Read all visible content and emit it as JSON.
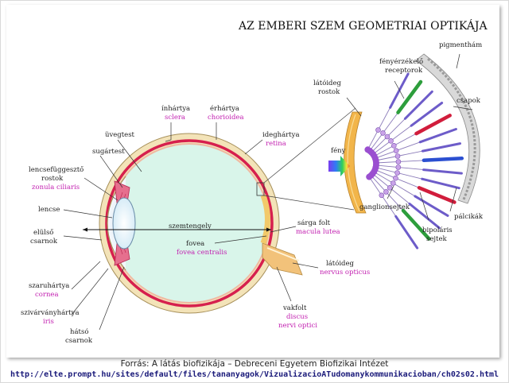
{
  "title": "AZ EMBERI SZEM GEOMETRIAI OPTIKÁJA",
  "labels": {
    "inhartya": "ínhártya",
    "sclera": "sclera",
    "erhartya": "érhártya",
    "chorioidea": "chorioidea",
    "uvegtest": "üvegtest",
    "sugartest": "sugártest",
    "ideghartya": "ideghártya",
    "retina": "retina",
    "lencsefuggeszto": "lencsefüggesztő",
    "rostok": "rostok",
    "zonula": "zonula ciliaris",
    "lencse": "lencse",
    "szemtengely": "szemtengely",
    "sargafolt": "sárga folt",
    "macula": "macula lutea",
    "elulso": "elülső",
    "csarnok": "csarnok",
    "fovea": "fovea",
    "fovea_centralis": "fovea centralis",
    "latoideg": "látóideg",
    "nervus": "nervus opticus",
    "szaruhartya": "szaruhártya",
    "cornea": "cornea",
    "szivarvany": "szivárványhártya",
    "iris": "iris",
    "hatso": "hátsó",
    "csarnok2": "csarnok",
    "vakfolt": "vakfolt",
    "discus": "discus",
    "nervi_optici": "nervi optici",
    "feny": "fény",
    "fenyerzekelo": "fényérzékelő",
    "receptorok": "receptorok",
    "pigmentham": "pigmenthám",
    "latoideg_rostok_1": "látóideg",
    "latoideg_rostok_2": "rostok",
    "csapok": "csapok",
    "palcikak": "pálcikák",
    "ganglionsejtek": "ganglionsejtek",
    "bipolaris": "bipoláris",
    "sejtek": "sejtek"
  },
  "caption": "Forrás: A látás biofizikája – Debreceni Egyetem Biofizikai Intézet",
  "url": "http://elte.prompt.hu/sites/default/files/tananyagok/VizualizacioATudomanykommunikacioban/ch02s02.html",
  "colors": {
    "vitreous": "#d9f5ea",
    "sclera": "#f3e3b8",
    "choroid": "#d6204e",
    "nerve": "#f2c27a",
    "label_latin": "#c21fb0",
    "cone_red": "#d11d3c",
    "cone_green": "#2d9e3c",
    "cone_blue": "#2b4fd1",
    "rod": "#6d5cc9"
  }
}
